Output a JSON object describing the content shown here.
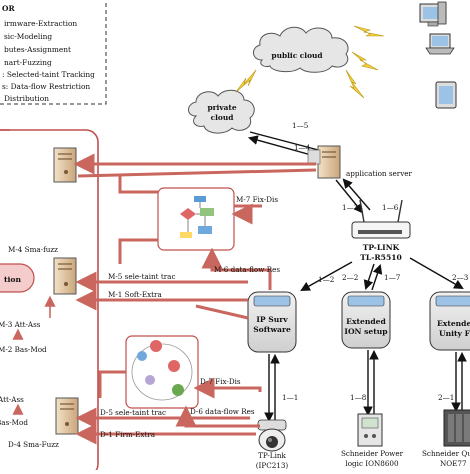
{
  "legend": {
    "title": "OR",
    "items": [
      "irmware-Extraction",
      "sic-Modeling",
      "butes-Assignment",
      "nart-Fuzzing",
      ": Selected-taint Tracking",
      "s: Data-flow Restriction",
      "Distribution"
    ]
  },
  "clouds": {
    "public": "public cloud",
    "private_line1": "private",
    "private_line2": "cloud"
  },
  "servers": {
    "application": "application server"
  },
  "router": {
    "line1": "TP-LINK",
    "line2": "TL-R5510"
  },
  "devices": {
    "ip_surv_line1": "IP Surv",
    "ip_surv_line2": "Software",
    "ion_line1": "Extended",
    "ion_line2": "ION setup",
    "unity_line1": "Extende",
    "unity_line2": "Unity F"
  },
  "left_panel": {
    "station_label": "tion",
    "m4": "M-4 Sma-fuzz",
    "m3": "M-3 Att-Ass",
    "m2": "M-2 Bas-Mod",
    "d3": "Att-Ass",
    "d2": "Bas-Mod",
    "d4": "D-4 Sma-Fuzz"
  },
  "arrows": {
    "m7": "M-7 Fix-Dis",
    "m6": "M-6 data-flow Res",
    "m5": "M-5 sele-taint trac",
    "m1": "M-1 Soft-Extra",
    "d7": "D-7 Fix-Dis",
    "d6": "D-6 data-flow Res",
    "d5": "D-5 sele-taint trac",
    "d1": "D-1 Firm-Extra"
  },
  "links": {
    "l15": "1—5",
    "l14": "1—4",
    "l13": "1—3",
    "l16": "1—6",
    "l12": "1—2",
    "l22": "2—2",
    "l17": "1—7",
    "l23": "2—3",
    "l11": "1—1",
    "l18": "1—8",
    "l21": "2—1"
  },
  "bottom": {
    "tplink_line1": "TP-Link",
    "tplink_line2": "(IPC213)",
    "schneider1_line1": "Schneider Power",
    "schneider1_line2": "logic ION8600",
    "schneider2_line1": "Schneider Qu",
    "schneider2_line2": "NOE77"
  },
  "colors": {
    "flow": "#c9675f",
    "panel": "#c0504d",
    "station_fill": "#f4cccc",
    "device_fill": "#e8e8e8"
  }
}
